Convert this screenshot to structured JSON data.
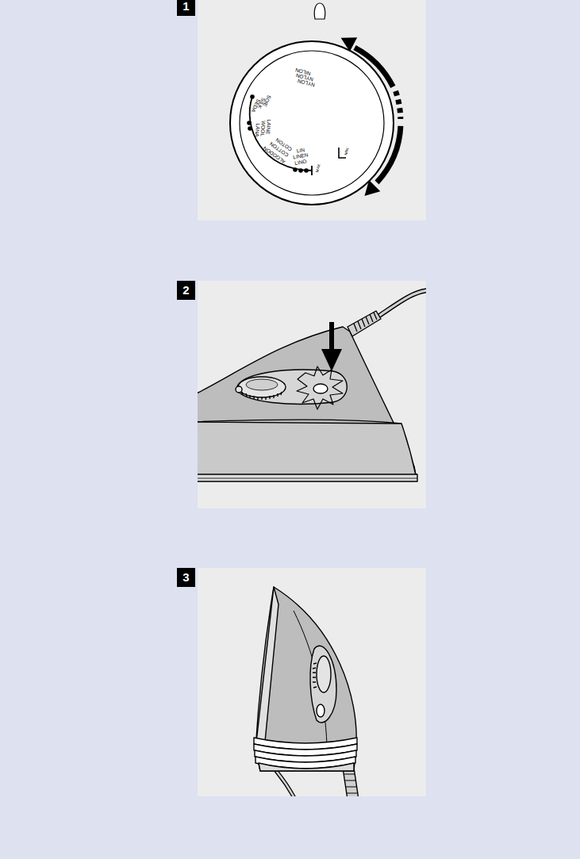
{
  "diagram": {
    "labels": [
      "1",
      "NYLON",
      "NYLON",
      "NILON",
      "SOIE",
      "SILK",
      "SEDA",
      "LAINE",
      "WOOL",
      "LANA",
      "COTON",
      "COTTON",
      "ALGODON",
      "LIN",
      "LINEN",
      "LINO",
      "MAX",
      "MIN",
      "2",
      "3"
    ]
  }
}
